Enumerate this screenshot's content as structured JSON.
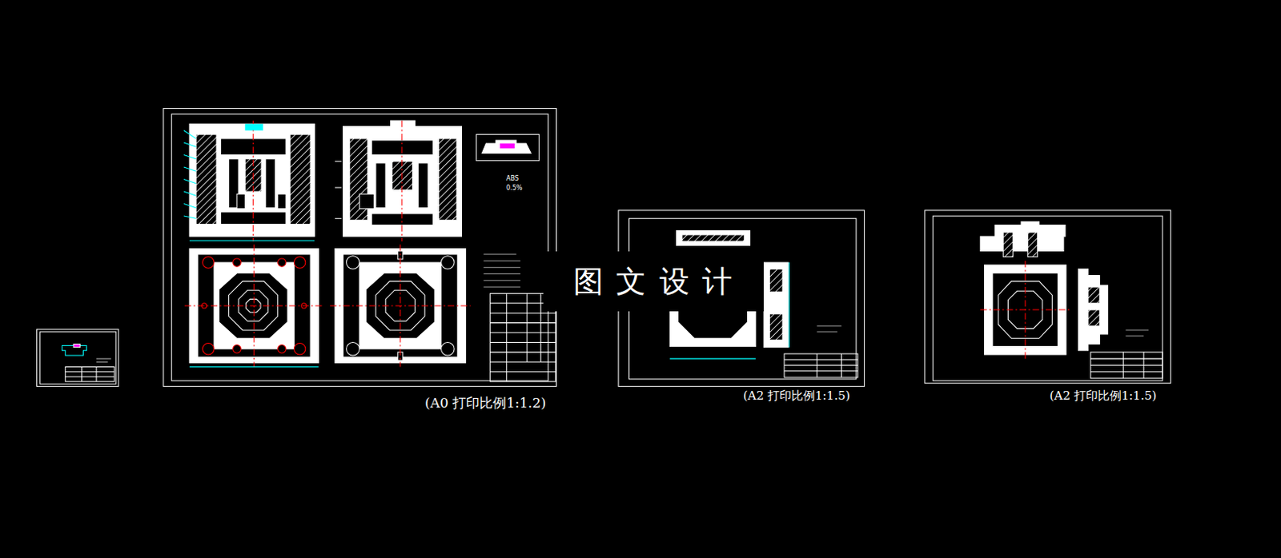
{
  "diagram": {
    "nodes": [
      {
        "text": [
          "图 文 设 计"
        ]
      }
    ],
    "labels": [
      "(A0 打印比例1:1.2)",
      "(A2 打印比例1:1.5)",
      "(A2 打印比例1:1.5)",
      "ABS",
      "0.5%"
    ]
  }
}
